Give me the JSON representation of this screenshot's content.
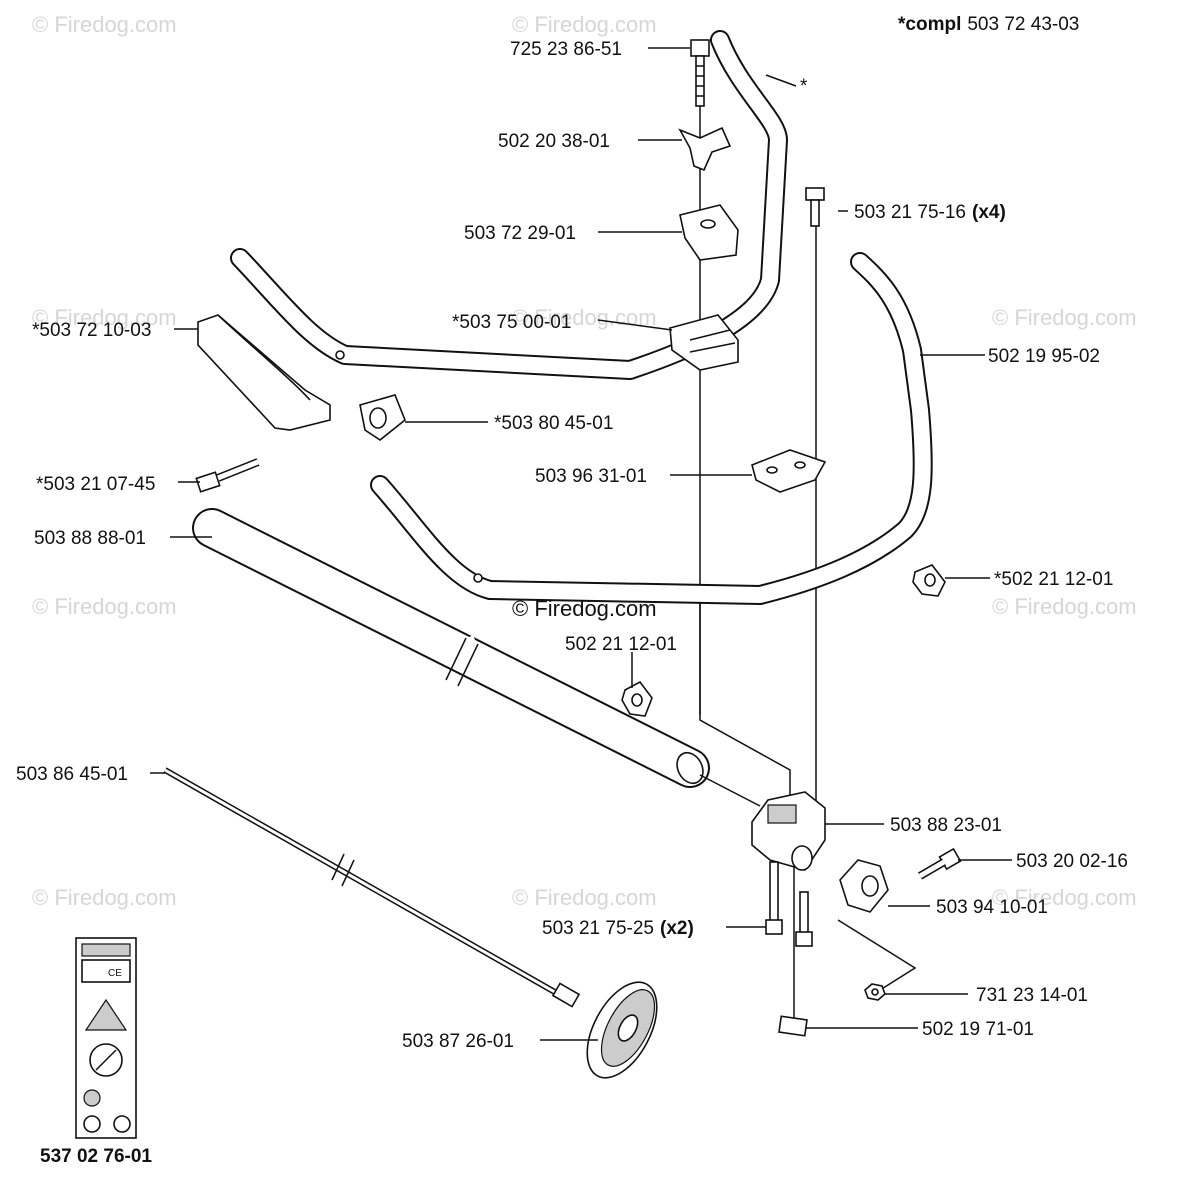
{
  "watermarks": {
    "text": "© Firedog.com",
    "center_text": "© Firedog.com"
  },
  "header": {
    "compl_prefix": "*compl",
    "compl_number": "503 72 43-03"
  },
  "labels": {
    "p725238651": "725 23 86-51",
    "p502203801": "502 20 38-01",
    "p503722901": "503 72 29-01",
    "p503750001": "*503 75 00-01",
    "p503721003": "*503 72 10-03",
    "p503804501": "*503 80 45-01",
    "p503210745": "*503 21 07-45",
    "p503963101": "503 96 31-01",
    "p503888801": "503 88 88-01",
    "p502211201a": "502 21 12-01",
    "p502211201b": "*502 21 12-01",
    "p503217516": "503 21 75-16",
    "p503217516_qty": "(x4)",
    "p502199502": "502 19 95-02",
    "star": "*",
    "p503864501": "503 86 45-01",
    "p503882301": "503 88 23-01",
    "p503200216": "503 20 02-16",
    "p503941001": "503 94 10-01",
    "p503217525": "503 21 75-25",
    "p503217525_qty": "(x2)",
    "p731231401": "731 23 14-01",
    "p502197101": "502 19 71-01",
    "p503872601": "503 87 26-01",
    "p537027601": "537 02 76-01"
  },
  "decal": {
    "ce_mark": "CE"
  }
}
